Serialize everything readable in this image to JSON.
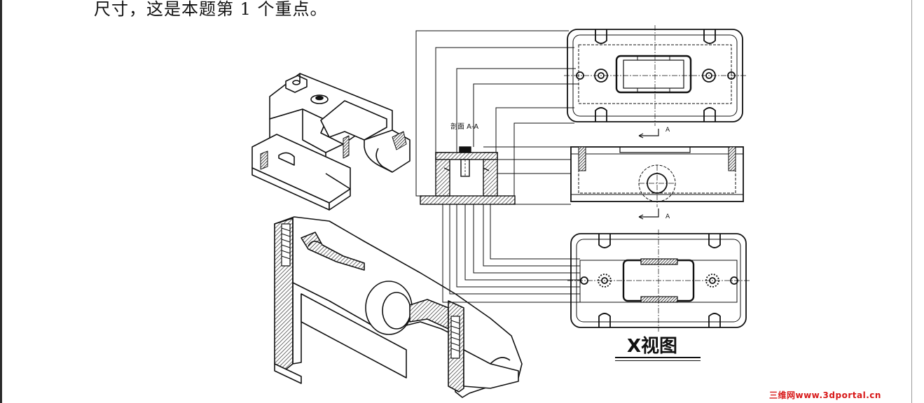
{
  "document": {
    "intro_text": "尺寸，这是本题第 1 个重点。"
  },
  "drawing": {
    "section_label": "剖面 A-A",
    "section_mark_top": "A",
    "section_mark_bottom": "A",
    "x_view_label": "X视图"
  },
  "watermark": {
    "text": "三维网www.3dportal.cn"
  },
  "colors": {
    "line": "#111111",
    "hatch": "#555555",
    "watermark": "#d81818"
  }
}
